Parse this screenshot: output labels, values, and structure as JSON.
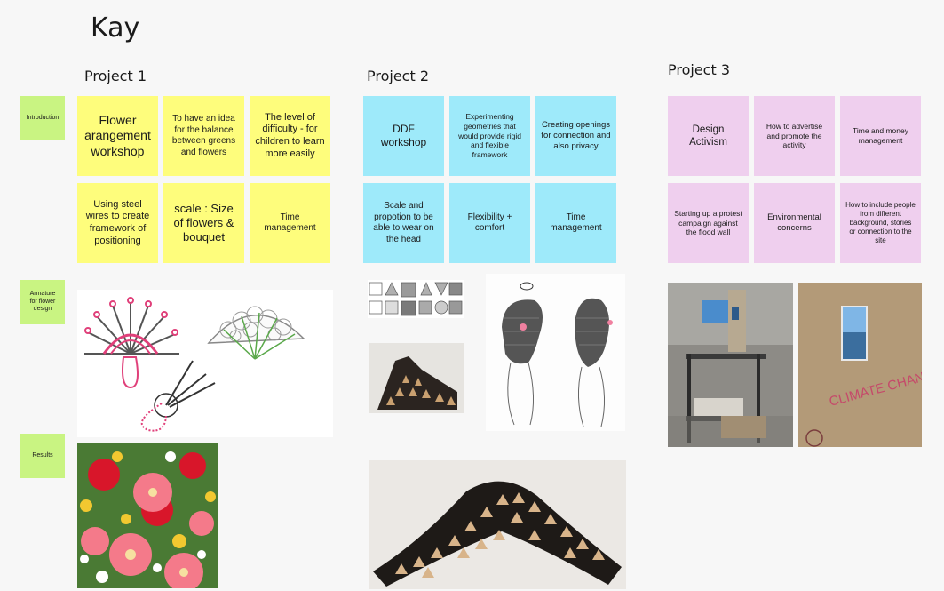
{
  "board_title": "Kay",
  "projects": [
    {
      "title": "Project 1"
    },
    {
      "title": "Project 2"
    },
    {
      "title": "Project 3"
    }
  ],
  "row_labels": [
    "Introduction",
    "Armature for flower design",
    "Results"
  ],
  "p1_notes": [
    "Flower arangement workshop",
    "To have an idea for the balance between greens and flowers",
    "The level of difficulty - for children to learn more easily",
    "Using steel wires to create framework of positioning",
    "scale : Size of flowers & bouquet",
    "Time management"
  ],
  "p2_notes": [
    "DDF workshop",
    "Experimenting geometries that would provide rigid and flexible framework",
    "Creating openings for connection and also privacy",
    "Scale and propotion to be able to wear on the head",
    "Flexibility + comfort",
    "Time management"
  ],
  "p3_notes": [
    "Design Activism",
    "How to advertise and promote the activity",
    "Time and money management",
    "Starting up a protest campaign against the flood wall",
    "Environmental concerns",
    "How to include people from different background, stories or connection to the site"
  ],
  "photo_texts": {
    "wall_graffiti": "CLIMATE CHANGE"
  },
  "colors": {
    "green": "#c9f482",
    "yellow": "#fefd7c",
    "cyan": "#9eeafa",
    "pink": "#efcfee"
  }
}
